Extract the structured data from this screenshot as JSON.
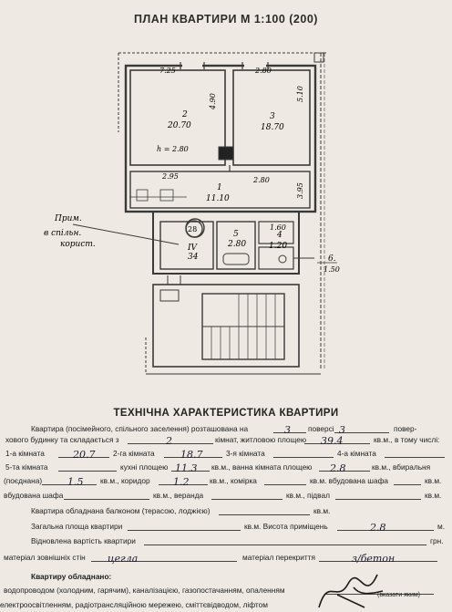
{
  "header": {
    "title": "ПЛАН КВАРТИРИ М 1:100 (200)"
  },
  "plan": {
    "dims": {
      "top_left": "7.25",
      "top_right": "2.80",
      "room2_side": "4.90",
      "room3_side": "5.10",
      "height": "h = 2.80",
      "corridor_top": "2.95",
      "corridor_right": "2.80",
      "corridor_side": "3.95",
      "bath_top": "1.60",
      "balcony": "1.50"
    },
    "rooms": {
      "r2_num": "2",
      "r2_area": "20.70",
      "r3_num": "3",
      "r3_area": "18.70",
      "r1_num": "1",
      "r1_area": "11.10",
      "r5_num": "5",
      "r5_area": "2.80",
      "r4_num": "4",
      "r4_area": "1.20",
      "r6_num": "6.",
      "common_num": "IV",
      "common_area": "34",
      "common_circle": "28"
    },
    "note_line1": "Прим.",
    "note_line2": "в спільн.",
    "note_line3": "корист."
  },
  "spec": {
    "title": "ТЕХНІЧНА ХАРАКТЕРИСТИКА КВАРТИРИ",
    "l1_a": "Квартира (посімейного, спільного заселення) розташована на",
    "l1_floor": "3",
    "l1_b": "поверсі",
    "l1_floors": "3",
    "l1_c": "повер-",
    "l2_a": "хового будинку та складається з",
    "l2_rooms": "2",
    "l2_b": "кімнат, житловою площею",
    "l2_area": "39.4",
    "l2_c": "кв.м., в тому числі:",
    "l3_r1": "1-а кімната",
    "l3_v1": "20.7",
    "l3_r2": "2-га кімната",
    "l3_v2": "18.7",
    "l3_r3": "3-я кімната",
    "l3_r4": "4-а кімната",
    "l4_r5": "5-та кімната",
    "l4_kitchen": "кухні площею",
    "l4_kv": "11.3",
    "l4_kvm": "кв.м., ванна кімната площею",
    "l4_bath": "2.8",
    "l4_toilet": "кв.м., вбиральня",
    "l5_a": "(поєднана)",
    "l5_toilet": "1.5",
    "l5_b": "кв.м., коридор",
    "l5_corr": "1.2",
    "l5_c": "кв.м., комірка",
    "l5_d": "кв.м. вбудована шафа",
    "l5_e": "кв.м.",
    "l6_a": "вбудована шафа",
    "l6_b": "кв.м., веранда",
    "l6_c": "кв.м., підвал",
    "l6_d": "кв.м.",
    "l7_a": "Квартира обладнана балконом (терасою, лоджією)",
    "l7_b": "кв.м.",
    "l8_a": "Загальна площа квартири",
    "l8_b": "кв.м. Висота приміщень",
    "l8_h": "2.8",
    "l8_c": "м.",
    "l9_a": "Відновлена вартість квартири",
    "l9_b": "грн.",
    "l10_a": "матеріал зовнішніх стін",
    "l10_walls": "цегла",
    "l10_b": "матеріал перекриття",
    "l10_floor": "з/бетон",
    "l11": "Квартиру обладнано:",
    "l12": "водопроводом (холодним, гарячим), каналізацією, газопостачанням, опаленням",
    "l12_note": "(вказати яким)",
    "l13": "електроосвітленням, радіотрансляційною мережею, сміттєвідводом, ліфтом"
  }
}
